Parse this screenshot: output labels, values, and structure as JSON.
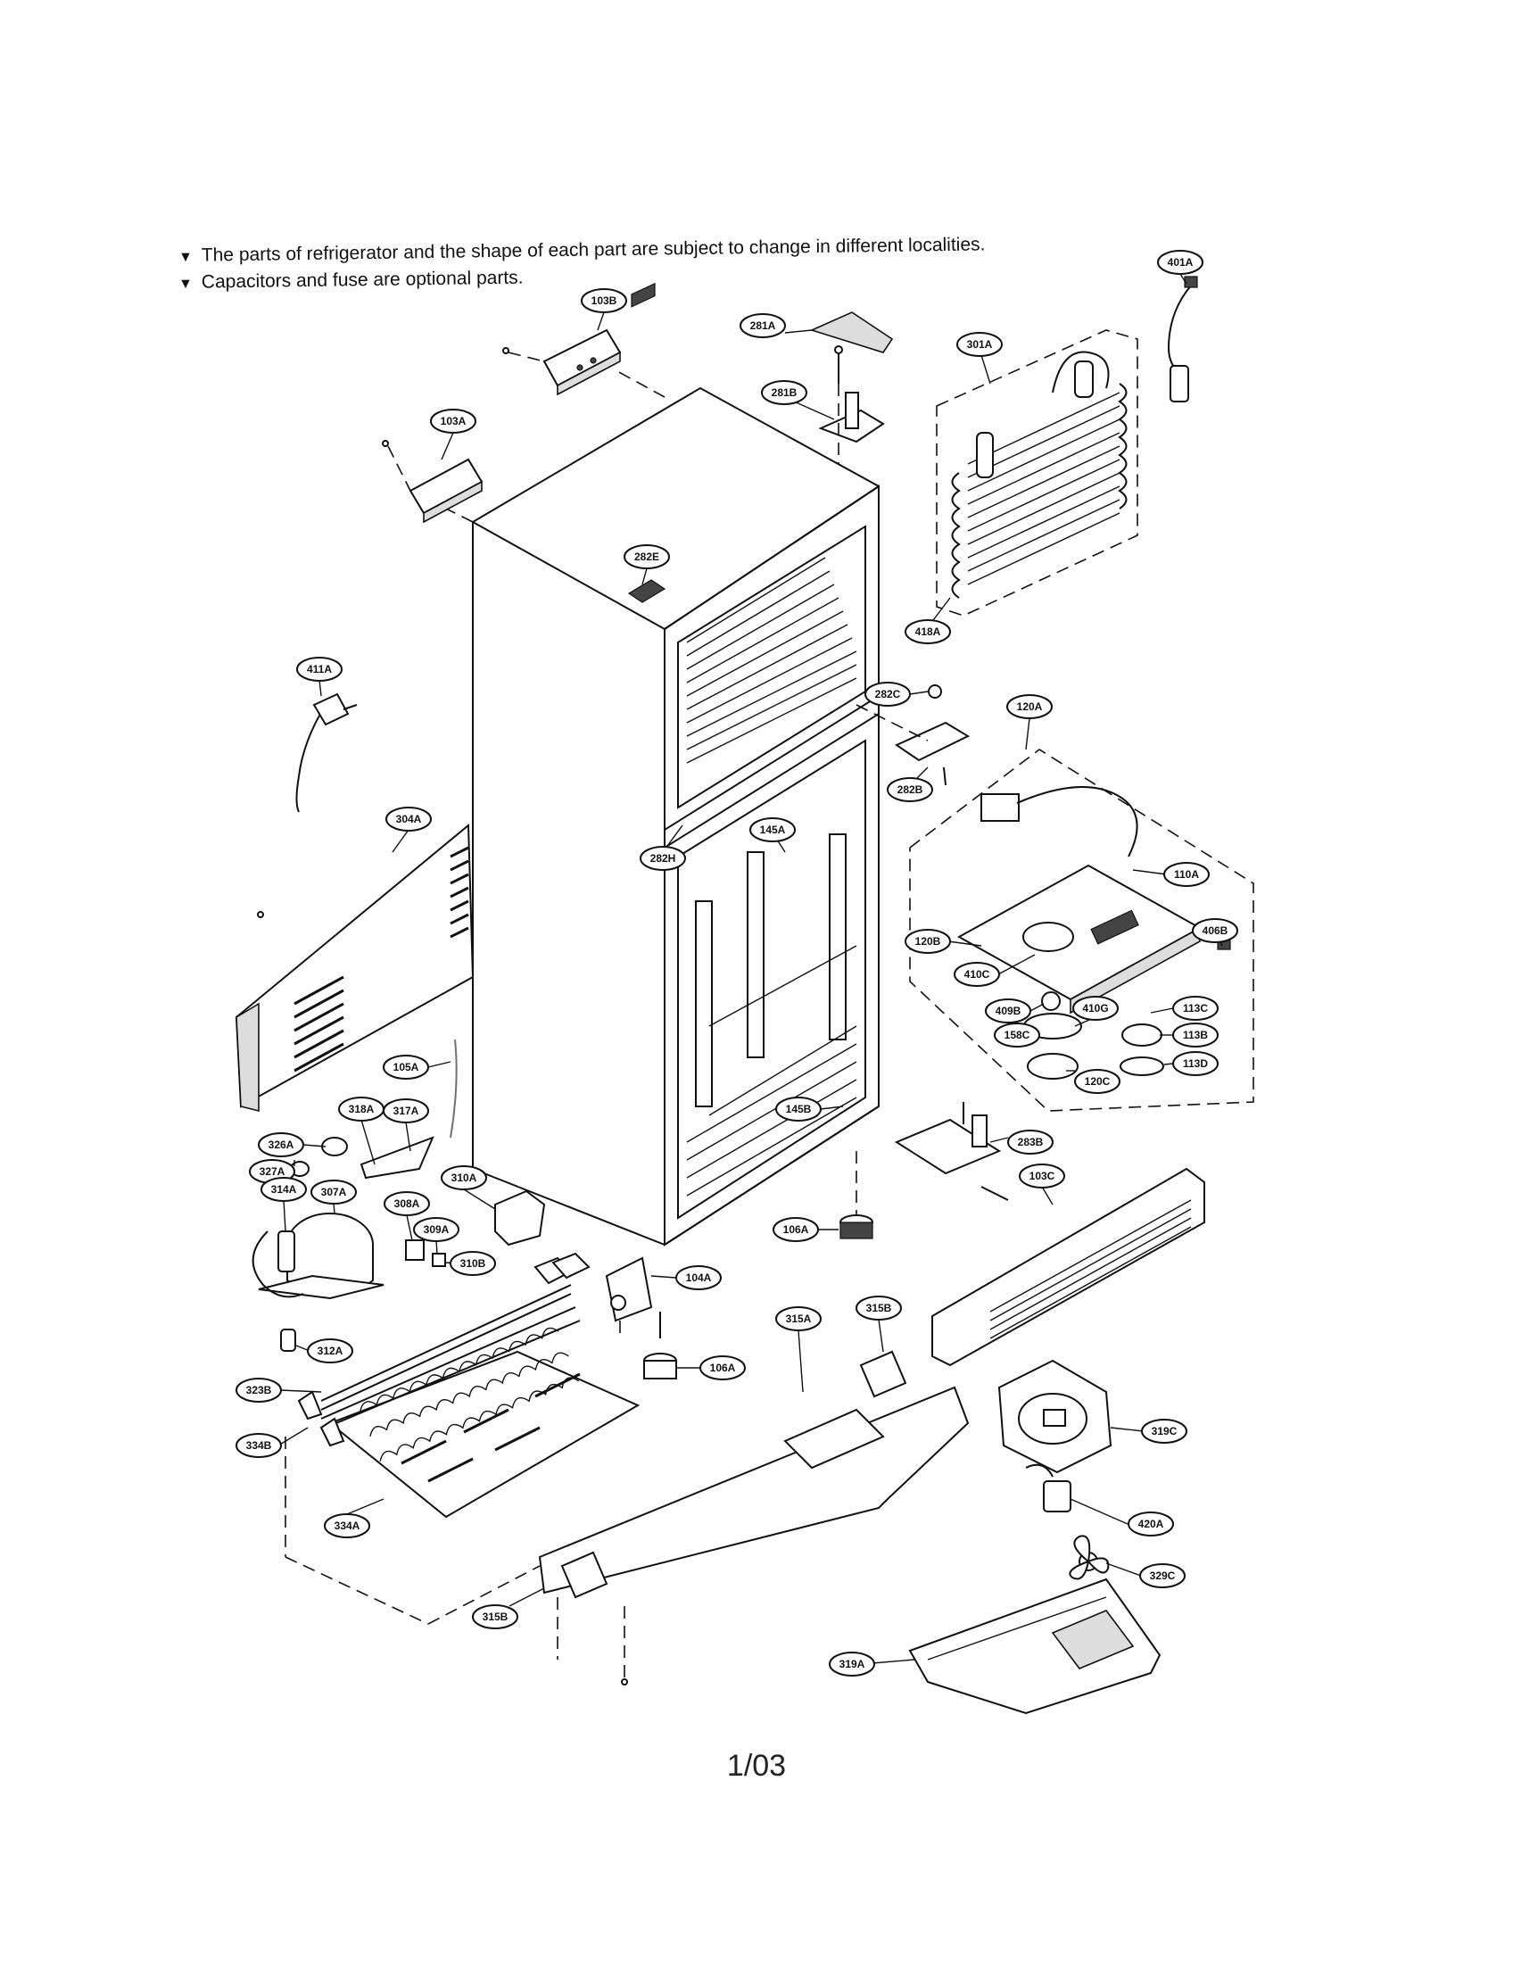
{
  "notes": {
    "line1": "The parts of refrigerator and the shape of each part are subject to change in different localities.",
    "line2": "Capacitors and fuse are optional parts.",
    "marker": "▼"
  },
  "page_number": "1/03",
  "callouts": [
    "401A",
    "103B",
    "281A",
    "301A",
    "281B",
    "103A",
    "282E",
    "418A",
    "411A",
    "282C",
    "120A",
    "282B",
    "304A",
    "145A",
    "282H",
    "110A",
    "120B",
    "410C",
    "406B",
    "409B",
    "113C",
    "158C",
    "410G",
    "113B",
    "113D",
    "120C",
    "105A",
    "145B",
    "283B",
    "318A",
    "317A",
    "326A",
    "327A",
    "103C",
    "314A",
    "307A",
    "308A",
    "310A",
    "106A",
    "309A",
    "310B",
    "104A",
    "312A",
    "315B",
    "315A",
    "106A",
    "323B",
    "319C",
    "334B",
    "334A",
    "420A",
    "329C",
    "315B",
    "319A"
  ]
}
